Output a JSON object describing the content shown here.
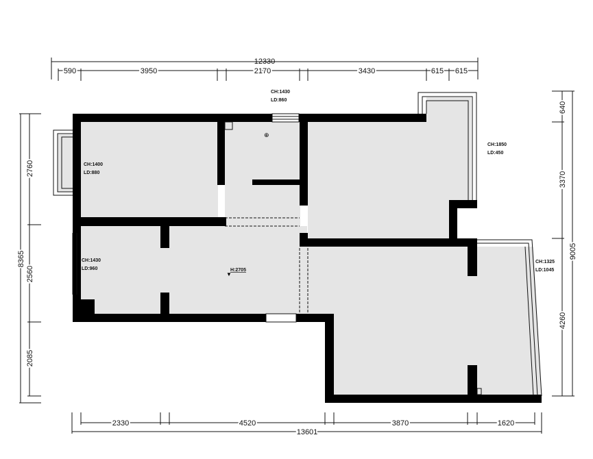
{
  "dimensions": {
    "top_overall": "12330",
    "top_segments": [
      "590",
      "3950",
      "2170",
      "3430",
      "615",
      "615"
    ],
    "left_overall": "8365",
    "left_segments": [
      "2760",
      "2560",
      "2085"
    ],
    "right_overall": "9005",
    "right_segments": [
      "640",
      "3370",
      "4260"
    ],
    "bottom_overall": "13601",
    "bottom_segments": [
      "2330",
      "4520",
      "3870",
      "1620"
    ]
  },
  "windows": [
    {
      "ch": "CH:1430",
      "ld": "LD:860"
    },
    {
      "ch": "CH:1850",
      "ld": "LD:450"
    },
    {
      "ch": "CH:1400",
      "ld": "LD:880"
    },
    {
      "ch": "CH:1430",
      "ld": "LD:960"
    },
    {
      "ch": "CH:1325",
      "ld": "LD:1045"
    }
  ],
  "ceiling_height": "H:2705"
}
